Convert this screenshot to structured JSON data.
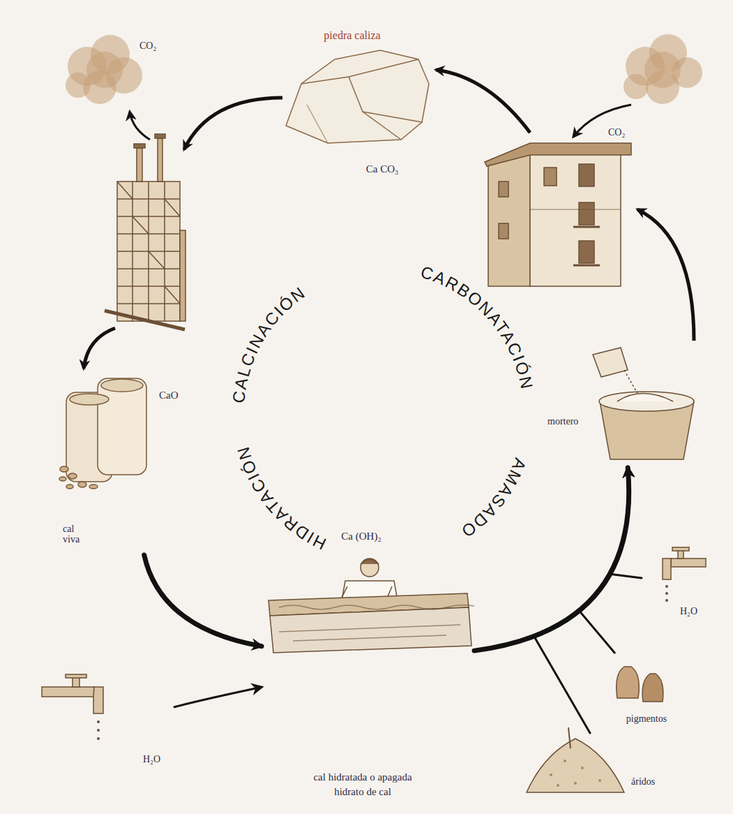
{
  "diagram": {
    "nodes": [
      {
        "text": [
          "piedra caliza",
          "Ca CO₃"
        ]
      },
      {
        "text": [
          "CO₂"
        ]
      },
      {
        "text": [
          "CO₂"
        ]
      },
      {
        "text": [
          "CaO",
          "cal viva"
        ]
      },
      {
        "text": [
          "mortero"
        ]
      },
      {
        "text": [
          "Ca (OH)₂",
          "cal hidratada o apagada",
          "hidrato de cal"
        ]
      },
      {
        "text": [
          "H₂O"
        ]
      },
      {
        "text": [
          "H₂O"
        ]
      },
      {
        "text": [
          "pigmentos"
        ]
      },
      {
        "text": [
          "áridos"
        ]
      }
    ],
    "edges": [
      {
        "from": 3,
        "to": 5,
        "arrow": "to"
      },
      {
        "from": 6,
        "to": 5,
        "arrow": "to"
      },
      {
        "from": 5,
        "to": 4,
        "arrow": "to"
      },
      {
        "from": 7,
        "to": 4,
        "arrow": "to"
      },
      {
        "from": 8,
        "to": 4,
        "arrow": "to"
      },
      {
        "from": 9,
        "to": 4,
        "arrow": "to"
      }
    ],
    "labels": [
      "CALCINACIÓN",
      "CARBONATACIÓN",
      "AMASADO",
      "HIDRATACIÓN"
    ]
  }
}
